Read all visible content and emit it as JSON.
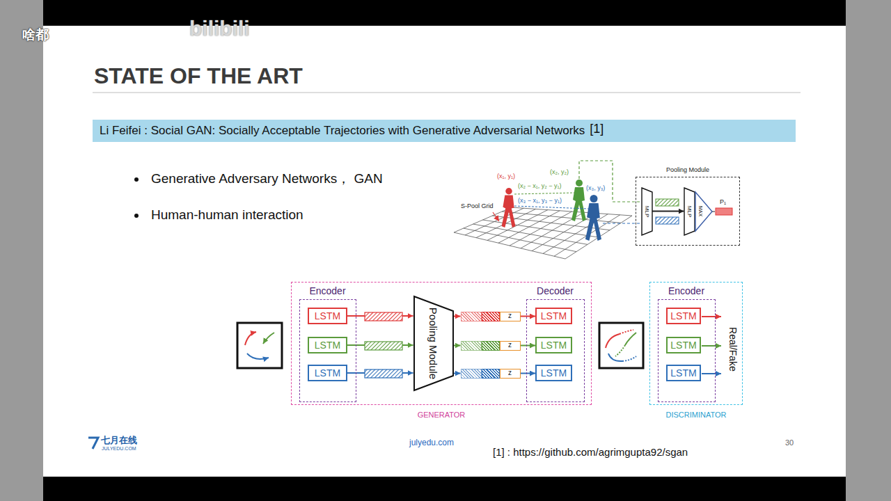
{
  "diagram": {
    "title": "STATE OF THE ART",
    "nodes": [
      {
        "text": [
          "Li Feifei : Social GAN: Socially Acceptable Trajectories with Generative Adversarial Networks",
          "[1]"
        ]
      },
      {
        "text": [
          "Pooling Module"
        ]
      },
      {
        "text": [
          "MLP"
        ],
        "in": 1
      },
      {
        "text": [
          "MLP"
        ],
        "in": 1
      },
      {
        "text": [
          "MAX"
        ],
        "in": 1
      },
      {
        "text": [
          "GENERATOR"
        ]
      },
      {
        "text": [
          "Encoder"
        ],
        "in": 5
      },
      {
        "text": [
          "LSTM"
        ],
        "in": 6
      },
      {
        "text": [
          "LSTM"
        ],
        "in": 6
      },
      {
        "text": [
          "LSTM"
        ],
        "in": 6
      },
      {
        "text": [
          "Pooling Module"
        ],
        "in": 5
      },
      {
        "text": [
          "z"
        ],
        "in": 5
      },
      {
        "text": [
          "z"
        ],
        "in": 5
      },
      {
        "text": [
          "z"
        ],
        "in": 5
      },
      {
        "text": [
          "Decoder"
        ],
        "in": 5
      },
      {
        "text": [
          "LSTM"
        ],
        "in": 14
      },
      {
        "text": [
          "LSTM"
        ],
        "in": 14
      },
      {
        "text": [
          "LSTM"
        ],
        "in": 14
      },
      {
        "text": [
          "DISCRIMINATOR"
        ]
      },
      {
        "text": [
          "Encoder"
        ],
        "in": 18
      },
      {
        "text": [
          "LSTM"
        ],
        "in": 19
      },
      {
        "text": [
          "LSTM"
        ],
        "in": 19
      },
      {
        "text": [
          "LSTM"
        ],
        "in": 19
      }
    ],
    "edges": [
      {
        "from": 2,
        "to": 3,
        "arrow": "to"
      },
      {
        "from": 7,
        "to": 10,
        "arrow": "to"
      },
      {
        "from": 8,
        "to": 10,
        "arrow": "to"
      },
      {
        "from": 9,
        "to": 10,
        "arrow": "to"
      },
      {
        "from": 10,
        "to": 11,
        "arrow": "to"
      },
      {
        "from": 10,
        "to": 12,
        "arrow": "to"
      },
      {
        "from": 10,
        "to": 13,
        "arrow": "to"
      },
      {
        "from": 11,
        "to": 15,
        "arrow": "to"
      },
      {
        "from": 12,
        "to": 16,
        "arrow": "to"
      },
      {
        "from": 13,
        "to": 17,
        "arrow": "to"
      }
    ],
    "labels": [
      "啥都",
      "bilibili",
      "Generative Adversary Networks， GAN",
      "Human-human interaction",
      "(x₁, y₁)",
      "(x₂, y₂)",
      "(x₂ − x₁, y₂ − y₁)",
      "(x₃ − x₁, y₃ − y₁)",
      "(x₃, y₃)",
      "S-Pool Grid",
      "P₁",
      "Real/Fake",
      "七月在线",
      "JULYEDU.COM",
      "julyedu.com",
      "30",
      "[1] : https://github.com/agrimgupta92/sgan"
    ]
  }
}
